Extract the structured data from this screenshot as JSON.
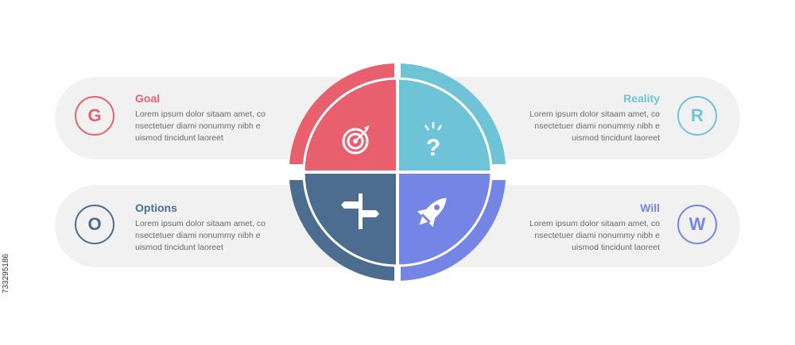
{
  "items": [
    {
      "letter": "G",
      "title": "Goal",
      "body": "Lorem ipsum dolor sitaam amet, co\nnsectetuer diami nonummy  nibh e\nuismod tincidunt laoreet",
      "color": "#e8606e"
    },
    {
      "letter": "R",
      "title": "Reality",
      "body": "Lorem ipsum dolor sitaam amet, co\nnsectetuer diami nonummy  nibh e\nuismod tincidunt laoreet",
      "color": "#6ec3d7"
    },
    {
      "letter": "O",
      "title": "Options",
      "body": "Lorem ipsum dolor sitaam amet, co\nnsectetuer diami nonummy  nibh e\nuismod tincidunt laoreet",
      "color": "#4c6d8f"
    },
    {
      "letter": "W",
      "title": "Will",
      "body": "Lorem ipsum dolor sitaam amet, co\nnsectetuer diami nonummy  nibh e\nuismod tincidunt laoreet",
      "color": "#7585e5"
    }
  ],
  "icons": [
    "target-icon",
    "question-icon",
    "signpost-icon",
    "rocket-icon"
  ],
  "stock_id": "733295186"
}
